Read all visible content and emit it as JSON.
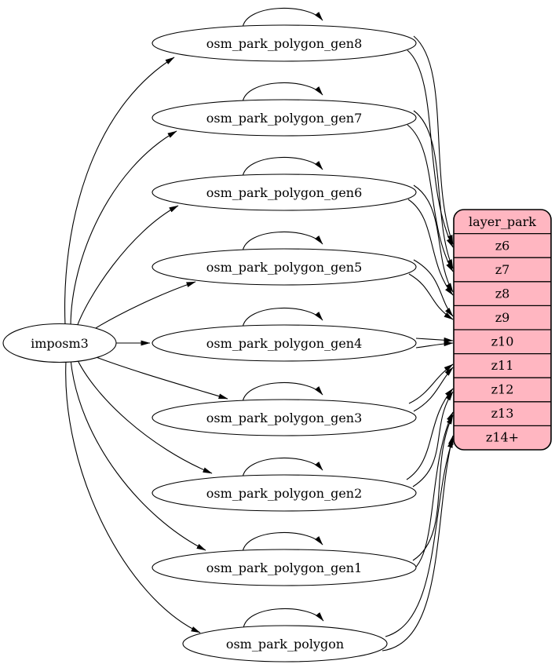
{
  "diagram": {
    "background": "#ffffff",
    "nodes": {
      "source": {
        "label": "imposm3",
        "shape": "ellipse"
      },
      "tables": [
        {
          "label": "osm_park_polygon_gen8"
        },
        {
          "label": "osm_park_polygon_gen7"
        },
        {
          "label": "osm_park_polygon_gen6"
        },
        {
          "label": "osm_park_polygon_gen5"
        },
        {
          "label": "osm_park_polygon_gen4"
        },
        {
          "label": "osm_park_polygon_gen3"
        },
        {
          "label": "osm_park_polygon_gen2"
        },
        {
          "label": "osm_park_polygon_gen1"
        },
        {
          "label": "osm_park_polygon"
        }
      ],
      "layer": {
        "header": "layer_park",
        "rows": [
          "z6",
          "z7",
          "z8",
          "z9",
          "z10",
          "z11",
          "z12",
          "z13",
          "z14+"
        ],
        "fill": "#ffb6c1",
        "stroke": "#000000"
      }
    },
    "edges": {
      "source_to_tables": [
        "osm_park_polygon_gen8",
        "osm_park_polygon_gen7",
        "osm_park_polygon_gen6",
        "osm_park_polygon_gen5",
        "osm_park_polygon_gen4",
        "osm_park_polygon_gen3",
        "osm_park_polygon_gen2",
        "osm_park_polygon_gen1",
        "osm_park_polygon"
      ],
      "self_loops": [
        "osm_park_polygon_gen8",
        "osm_park_polygon_gen7",
        "osm_park_polygon_gen6",
        "osm_park_polygon_gen5",
        "osm_park_polygon_gen4",
        "osm_park_polygon_gen3",
        "osm_park_polygon_gen2",
        "osm_park_polygon_gen1",
        "osm_park_polygon"
      ],
      "table_to_zoom": [
        {
          "table": "osm_park_polygon_gen8",
          "zoom": "z6",
          "parallel_edges": 2
        },
        {
          "table": "osm_park_polygon_gen7",
          "zoom": "z7",
          "parallel_edges": 2
        },
        {
          "table": "osm_park_polygon_gen6",
          "zoom": "z8",
          "parallel_edges": 2
        },
        {
          "table": "osm_park_polygon_gen5",
          "zoom": "z9",
          "parallel_edges": 2
        },
        {
          "table": "osm_park_polygon_gen4",
          "zoom": "z10",
          "parallel_edges": 2
        },
        {
          "table": "osm_park_polygon_gen3",
          "zoom": "z11",
          "parallel_edges": 2
        },
        {
          "table": "osm_park_polygon_gen2",
          "zoom": "z12",
          "parallel_edges": 2
        },
        {
          "table": "osm_park_polygon_gen1",
          "zoom": "z13",
          "parallel_edges": 2
        },
        {
          "table": "osm_park_polygon",
          "zoom": "z14+",
          "parallel_edges": 2
        }
      ]
    }
  }
}
